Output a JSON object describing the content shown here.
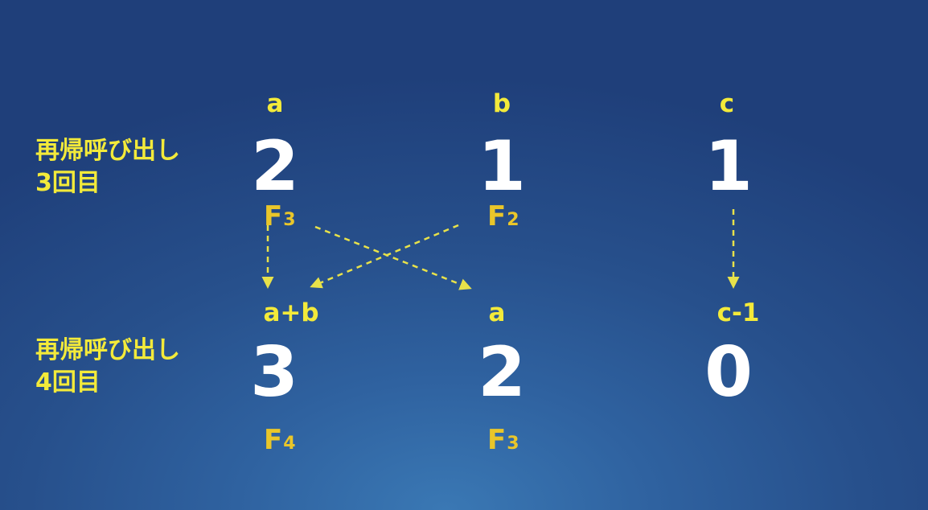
{
  "rows": [
    {
      "label_line1": "再帰呼び出し",
      "label_line2": "3回目",
      "variables": [
        {
          "label": "a",
          "value": "2",
          "fib": "F",
          "fib_sub": "3"
        },
        {
          "label": "b",
          "value": "1",
          "fib": "F",
          "fib_sub": "2"
        },
        {
          "label": "c",
          "value": "1"
        }
      ]
    },
    {
      "label_line1": "再帰呼び出し",
      "label_line2": "4回目",
      "variables": [
        {
          "label": "a+b",
          "value": "3",
          "fib": "F",
          "fib_sub": "4"
        },
        {
          "label": "a",
          "value": "2",
          "fib": "F",
          "fib_sub": "3"
        },
        {
          "label": "c-1",
          "value": "0"
        }
      ]
    }
  ],
  "colors": {
    "label_yellow": "#f3ea3a",
    "fib_gold": "#e9c62a",
    "value_white": "#ffffff",
    "arrow_yellow": "#e8e24a",
    "background_deep_blue": "#1f3f7a"
  }
}
